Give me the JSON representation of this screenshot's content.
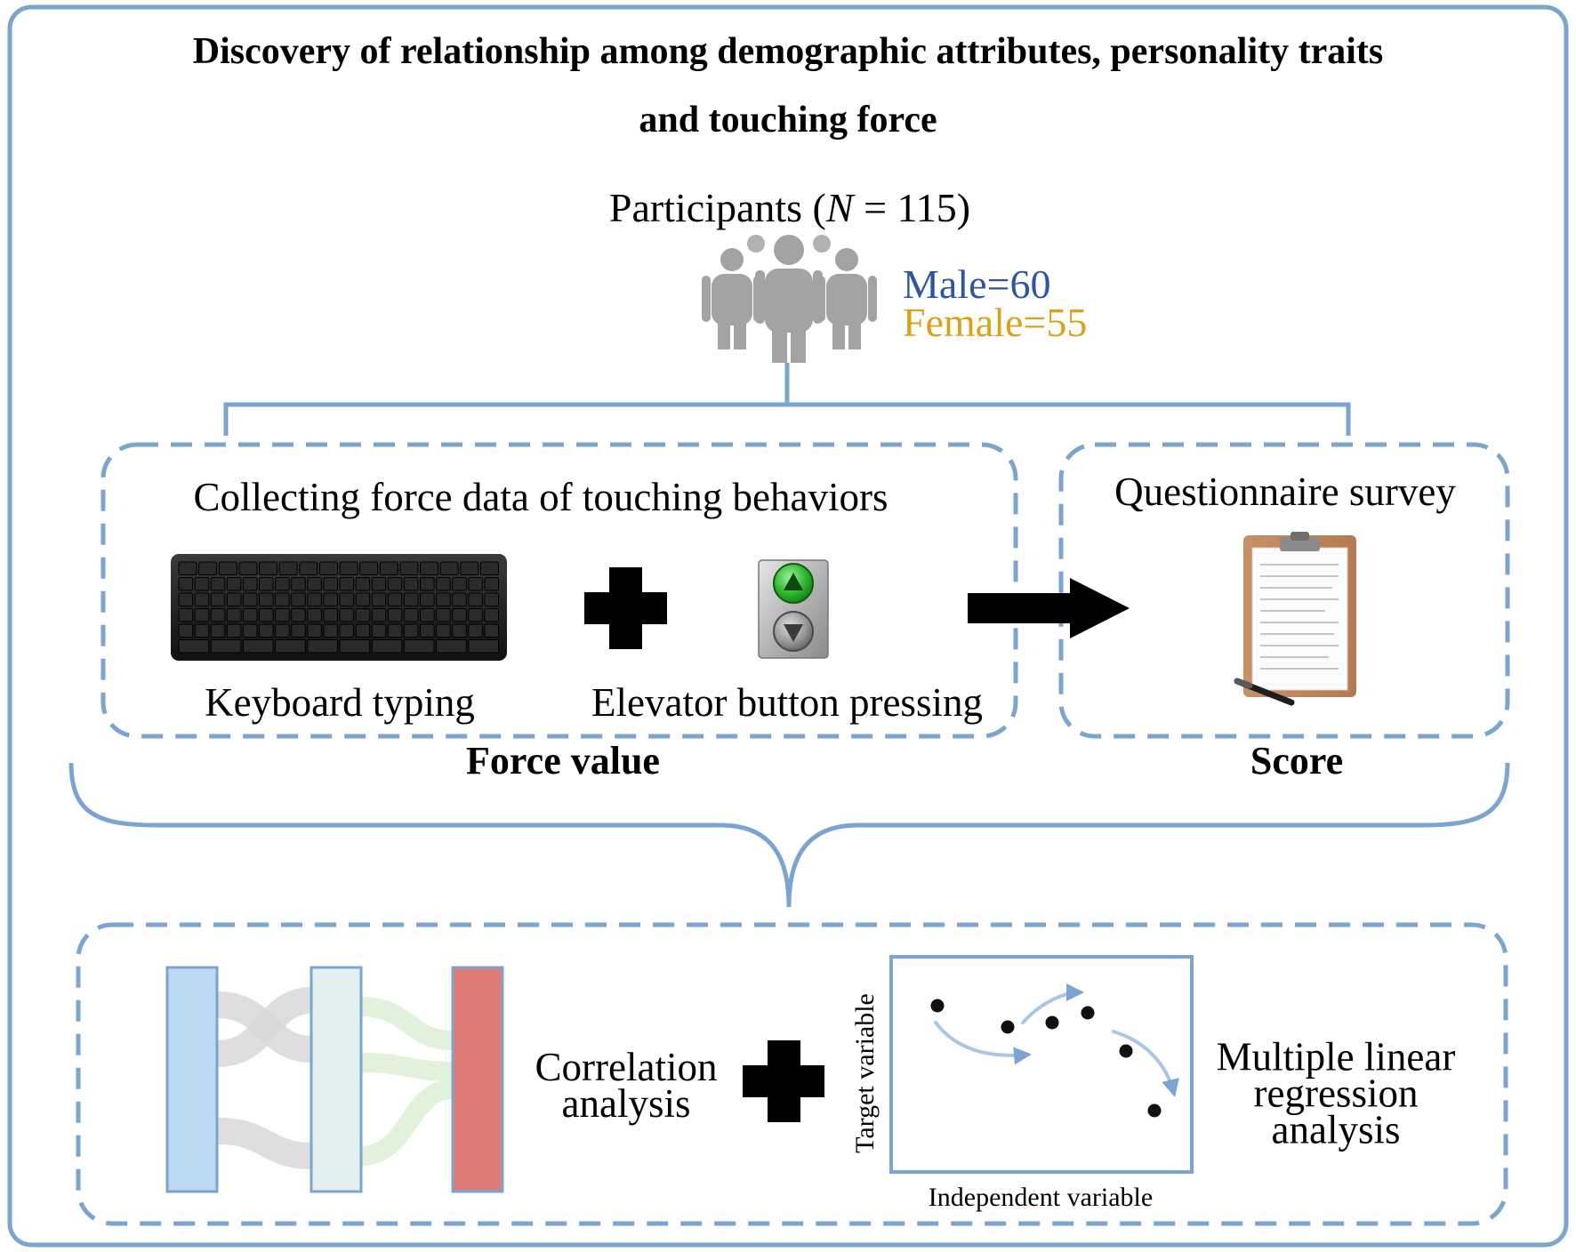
{
  "title": {
    "line1": "Discovery of relationship among demographic attributes, personality traits",
    "line2": "and touching force"
  },
  "participants": {
    "label_prefix": "Participants (",
    "label_n": "N",
    "label_suffix": " = 115)",
    "male_label": "Male=60",
    "female_label": "Female=55",
    "icon": "people-group-icon"
  },
  "force_panel": {
    "title": "Collecting force data of touching behaviors",
    "keyboard_label": "Keyboard typing",
    "elevator_label": "Elevator button pressing",
    "output_label": "Force value"
  },
  "survey_panel": {
    "title": "Questionnaire survey",
    "output_label": "Score",
    "icon": "clipboard-icon"
  },
  "analysis_panel": {
    "correlation_line1": "Correlation",
    "correlation_line2": "analysis",
    "regression_line1": "Multiple linear",
    "regression_line2": "regression",
    "regression_line3": "analysis",
    "plot_ylabel": "Target variable",
    "plot_xlabel": "Independent  variable"
  },
  "colors": {
    "frame": "#7ba5d0",
    "male": "#2f54a5",
    "female": "#d9a21b",
    "people": "#a3a3a3",
    "bar_blue": "#bcd9f4",
    "bar_light": "#e2f1ef",
    "bar_red": "#de7b76"
  }
}
